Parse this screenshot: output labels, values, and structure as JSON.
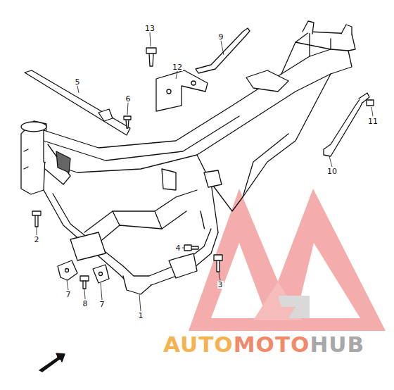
{
  "diagram": {
    "labels": [
      "13",
      "9",
      "12",
      "5",
      "6",
      "11",
      "10",
      "2",
      "4",
      "3",
      "7",
      "8",
      "7",
      "1",
      "FWD",
      "AUTO",
      "MOTO",
      "HUB"
    ]
  }
}
